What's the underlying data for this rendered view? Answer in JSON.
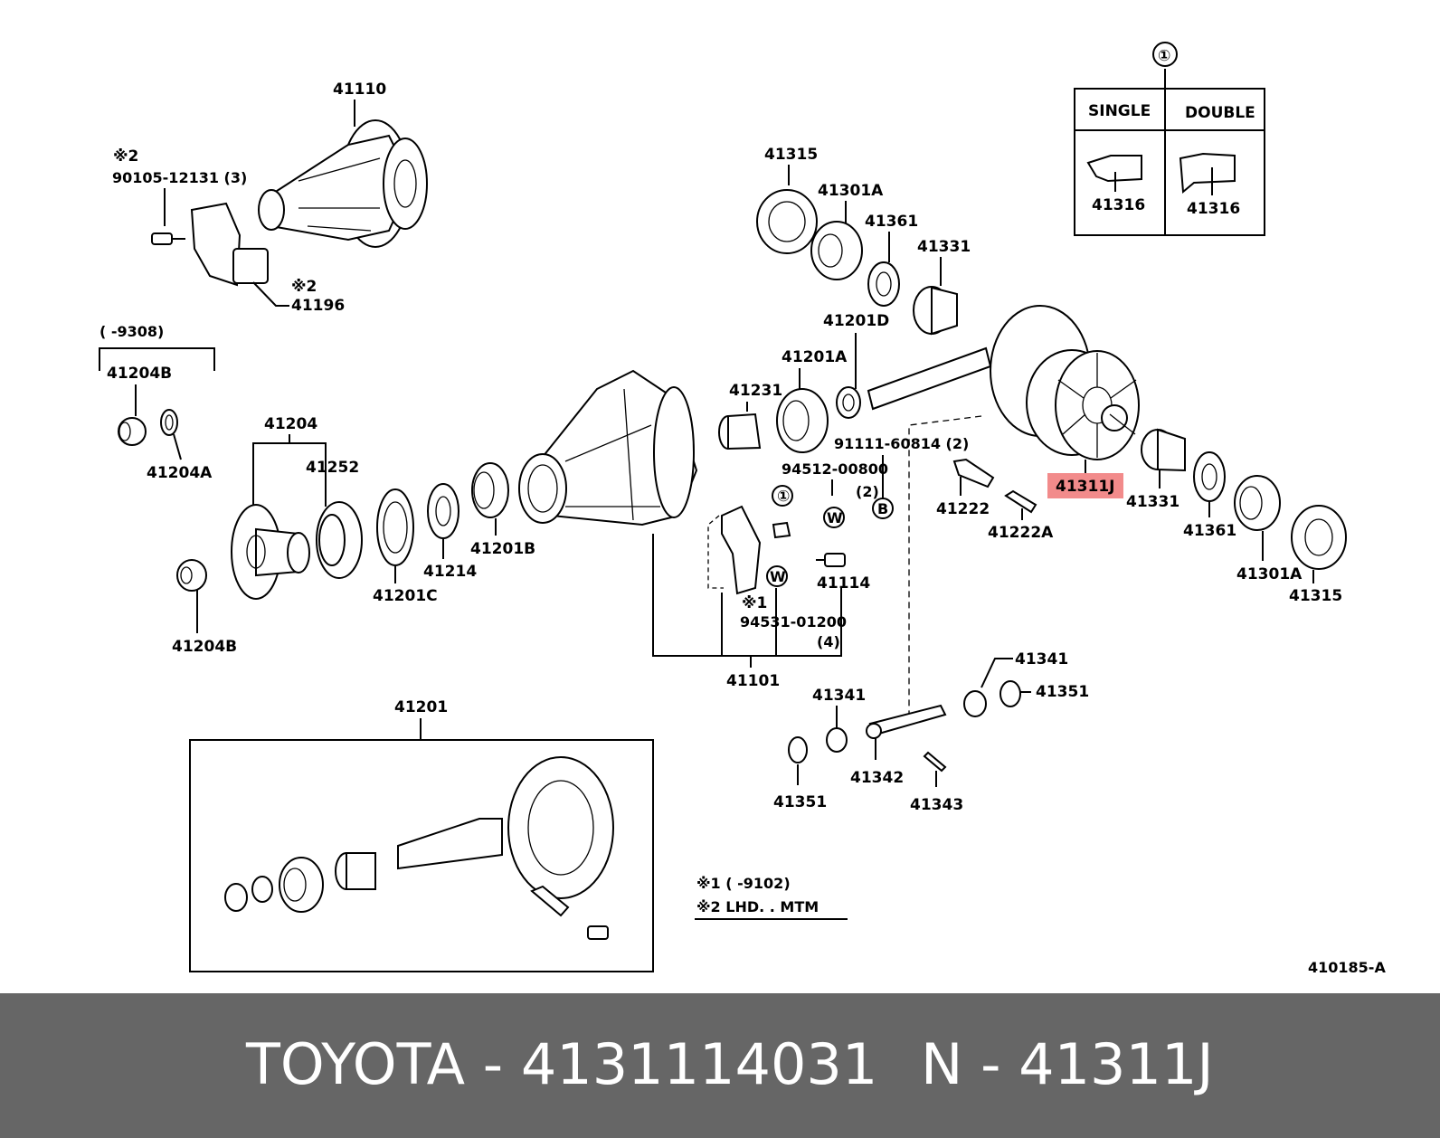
{
  "diagram_code": "410185-A",
  "highlight_color": "#f28b8b",
  "footer": {
    "brand_part": "TOYOTA - 4131114031",
    "ref": "N - 41311J"
  },
  "inset": {
    "marker": "①",
    "single_label": "SINGLE",
    "double_label": "DOUBLE",
    "single_part": "41316",
    "double_part": "41316"
  },
  "notes": {
    "note1": "※1 (     -9102)",
    "note2": "※2  LHD. . MTM"
  },
  "labels": {
    "l41110": "41110",
    "l_x2_a": "※2",
    "l90105": "90105-12131 (3)",
    "l_x2_b": "※2",
    "l41196": "41196",
    "l9308": "(      -9308)",
    "l41204B_top": "41204B",
    "l41204A": "41204A",
    "l41204": "41204",
    "l41252": "41252",
    "l41204B_bot": "41204B",
    "l41201C": "41201C",
    "l41214": "41214",
    "l41201B": "41201B",
    "l41231": "41231",
    "l41201A_l": "41201A",
    "l41201D": "41201D",
    "l41315_t": "41315",
    "l41301A_t": "41301A",
    "l41361_t": "41361",
    "l41331_t": "41331",
    "l91111": "91111-60814 (2)",
    "l94512": "94512-00800",
    "l94512q": "(2)",
    "l_circ1": "①",
    "l_W1": "W",
    "l_B": "B",
    "l_W2": "W",
    "l_x1": "※1",
    "l94531": "94531-01200",
    "l94531q": "(4)",
    "l41114": "41114",
    "l41101": "41101",
    "l41222": "41222",
    "l41222A": "41222A",
    "l41311J": "41311J",
    "l41331_b": "41331",
    "l41361_b": "41361",
    "l41301A_b": "41301A",
    "l41315_b": "41315",
    "l41341_r": "41341",
    "l41351_r": "41351",
    "l41341_l": "41341",
    "l41351_l": "41351",
    "l41342": "41342",
    "l41343": "41343",
    "l41201": "41201"
  }
}
